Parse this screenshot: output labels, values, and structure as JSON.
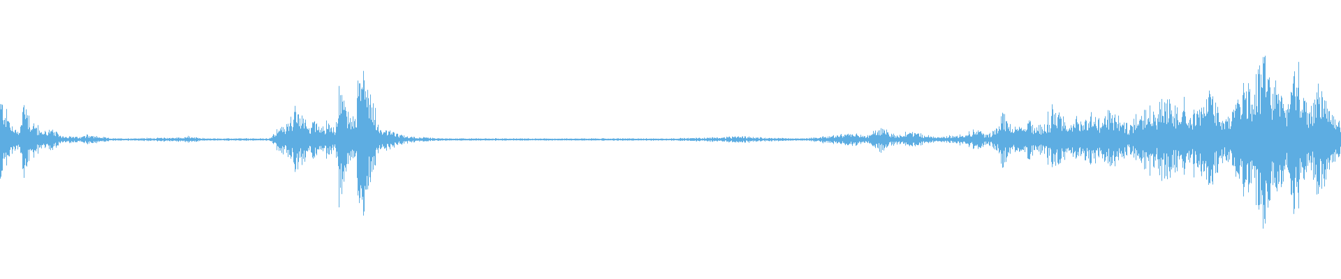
{
  "waveform": {
    "color": "#5dade2",
    "background": "#ffffff",
    "duration_fraction_points": [
      [
        0.0,
        0.4
      ],
      [
        0.005,
        0.25
      ],
      [
        0.01,
        0.1
      ],
      [
        0.015,
        0.12
      ],
      [
        0.018,
        0.45
      ],
      [
        0.022,
        0.2
      ],
      [
        0.03,
        0.08
      ],
      [
        0.038,
        0.1
      ],
      [
        0.045,
        0.04
      ],
      [
        0.06,
        0.02
      ],
      [
        0.065,
        0.05
      ],
      [
        0.07,
        0.03
      ],
      [
        0.085,
        0.01
      ],
      [
        0.09,
        0.01
      ],
      [
        0.135,
        0.02
      ],
      [
        0.14,
        0.03
      ],
      [
        0.145,
        0.02
      ],
      [
        0.155,
        0.01
      ],
      [
        0.18,
        0.01
      ],
      [
        0.2,
        0.01
      ],
      [
        0.21,
        0.12
      ],
      [
        0.215,
        0.18
      ],
      [
        0.22,
        0.28
      ],
      [
        0.225,
        0.22
      ],
      [
        0.23,
        0.15
      ],
      [
        0.235,
        0.2
      ],
      [
        0.24,
        0.12
      ],
      [
        0.245,
        0.18
      ],
      [
        0.25,
        0.08
      ],
      [
        0.253,
        0.6
      ],
      [
        0.257,
        0.35
      ],
      [
        0.262,
        0.2
      ],
      [
        0.266,
        0.3
      ],
      [
        0.27,
        0.95
      ],
      [
        0.274,
        0.5
      ],
      [
        0.278,
        0.4
      ],
      [
        0.282,
        0.15
      ],
      [
        0.286,
        0.08
      ],
      [
        0.29,
        0.1
      ],
      [
        0.296,
        0.05
      ],
      [
        0.305,
        0.03
      ],
      [
        0.315,
        0.02
      ],
      [
        0.33,
        0.01
      ],
      [
        0.4,
        0.01
      ],
      [
        0.5,
        0.01
      ],
      [
        0.529,
        0.02
      ],
      [
        0.56,
        0.03
      ],
      [
        0.565,
        0.02
      ],
      [
        0.6,
        0.01
      ],
      [
        0.637,
        0.06
      ],
      [
        0.642,
        0.04
      ],
      [
        0.646,
        0.03
      ],
      [
        0.658,
        0.12
      ],
      [
        0.664,
        0.06
      ],
      [
        0.672,
        0.04
      ],
      [
        0.68,
        0.08
      ],
      [
        0.69,
        0.04
      ],
      [
        0.7,
        0.02
      ],
      [
        0.722,
        0.06
      ],
      [
        0.728,
        0.1
      ],
      [
        0.736,
        0.05
      ],
      [
        0.745,
        0.12
      ],
      [
        0.748,
        0.28
      ],
      [
        0.752,
        0.15
      ],
      [
        0.76,
        0.1
      ],
      [
        0.768,
        0.18
      ],
      [
        0.775,
        0.12
      ],
      [
        0.782,
        0.2
      ],
      [
        0.79,
        0.3
      ],
      [
        0.795,
        0.2
      ],
      [
        0.8,
        0.15
      ],
      [
        0.808,
        0.22
      ],
      [
        0.815,
        0.25
      ],
      [
        0.822,
        0.18
      ],
      [
        0.828,
        0.28
      ],
      [
        0.835,
        0.2
      ],
      [
        0.842,
        0.12
      ],
      [
        0.848,
        0.26
      ],
      [
        0.855,
        0.35
      ],
      [
        0.862,
        0.25
      ],
      [
        0.868,
        0.4
      ],
      [
        0.875,
        0.3
      ],
      [
        0.882,
        0.38
      ],
      [
        0.888,
        0.25
      ],
      [
        0.895,
        0.32
      ],
      [
        0.902,
        0.45
      ],
      [
        0.908,
        0.28
      ],
      [
        0.915,
        0.22
      ],
      [
        0.922,
        0.3
      ],
      [
        0.928,
        0.62
      ],
      [
        0.934,
        0.4
      ],
      [
        0.942,
        0.98
      ],
      [
        0.948,
        0.45
      ],
      [
        0.954,
        0.55
      ],
      [
        0.96,
        0.3
      ],
      [
        0.966,
        0.8
      ],
      [
        0.972,
        0.4
      ],
      [
        0.978,
        0.3
      ],
      [
        0.984,
        0.55
      ],
      [
        0.99,
        0.35
      ],
      [
        0.995,
        0.25
      ],
      [
        1.0,
        0.15
      ]
    ]
  }
}
